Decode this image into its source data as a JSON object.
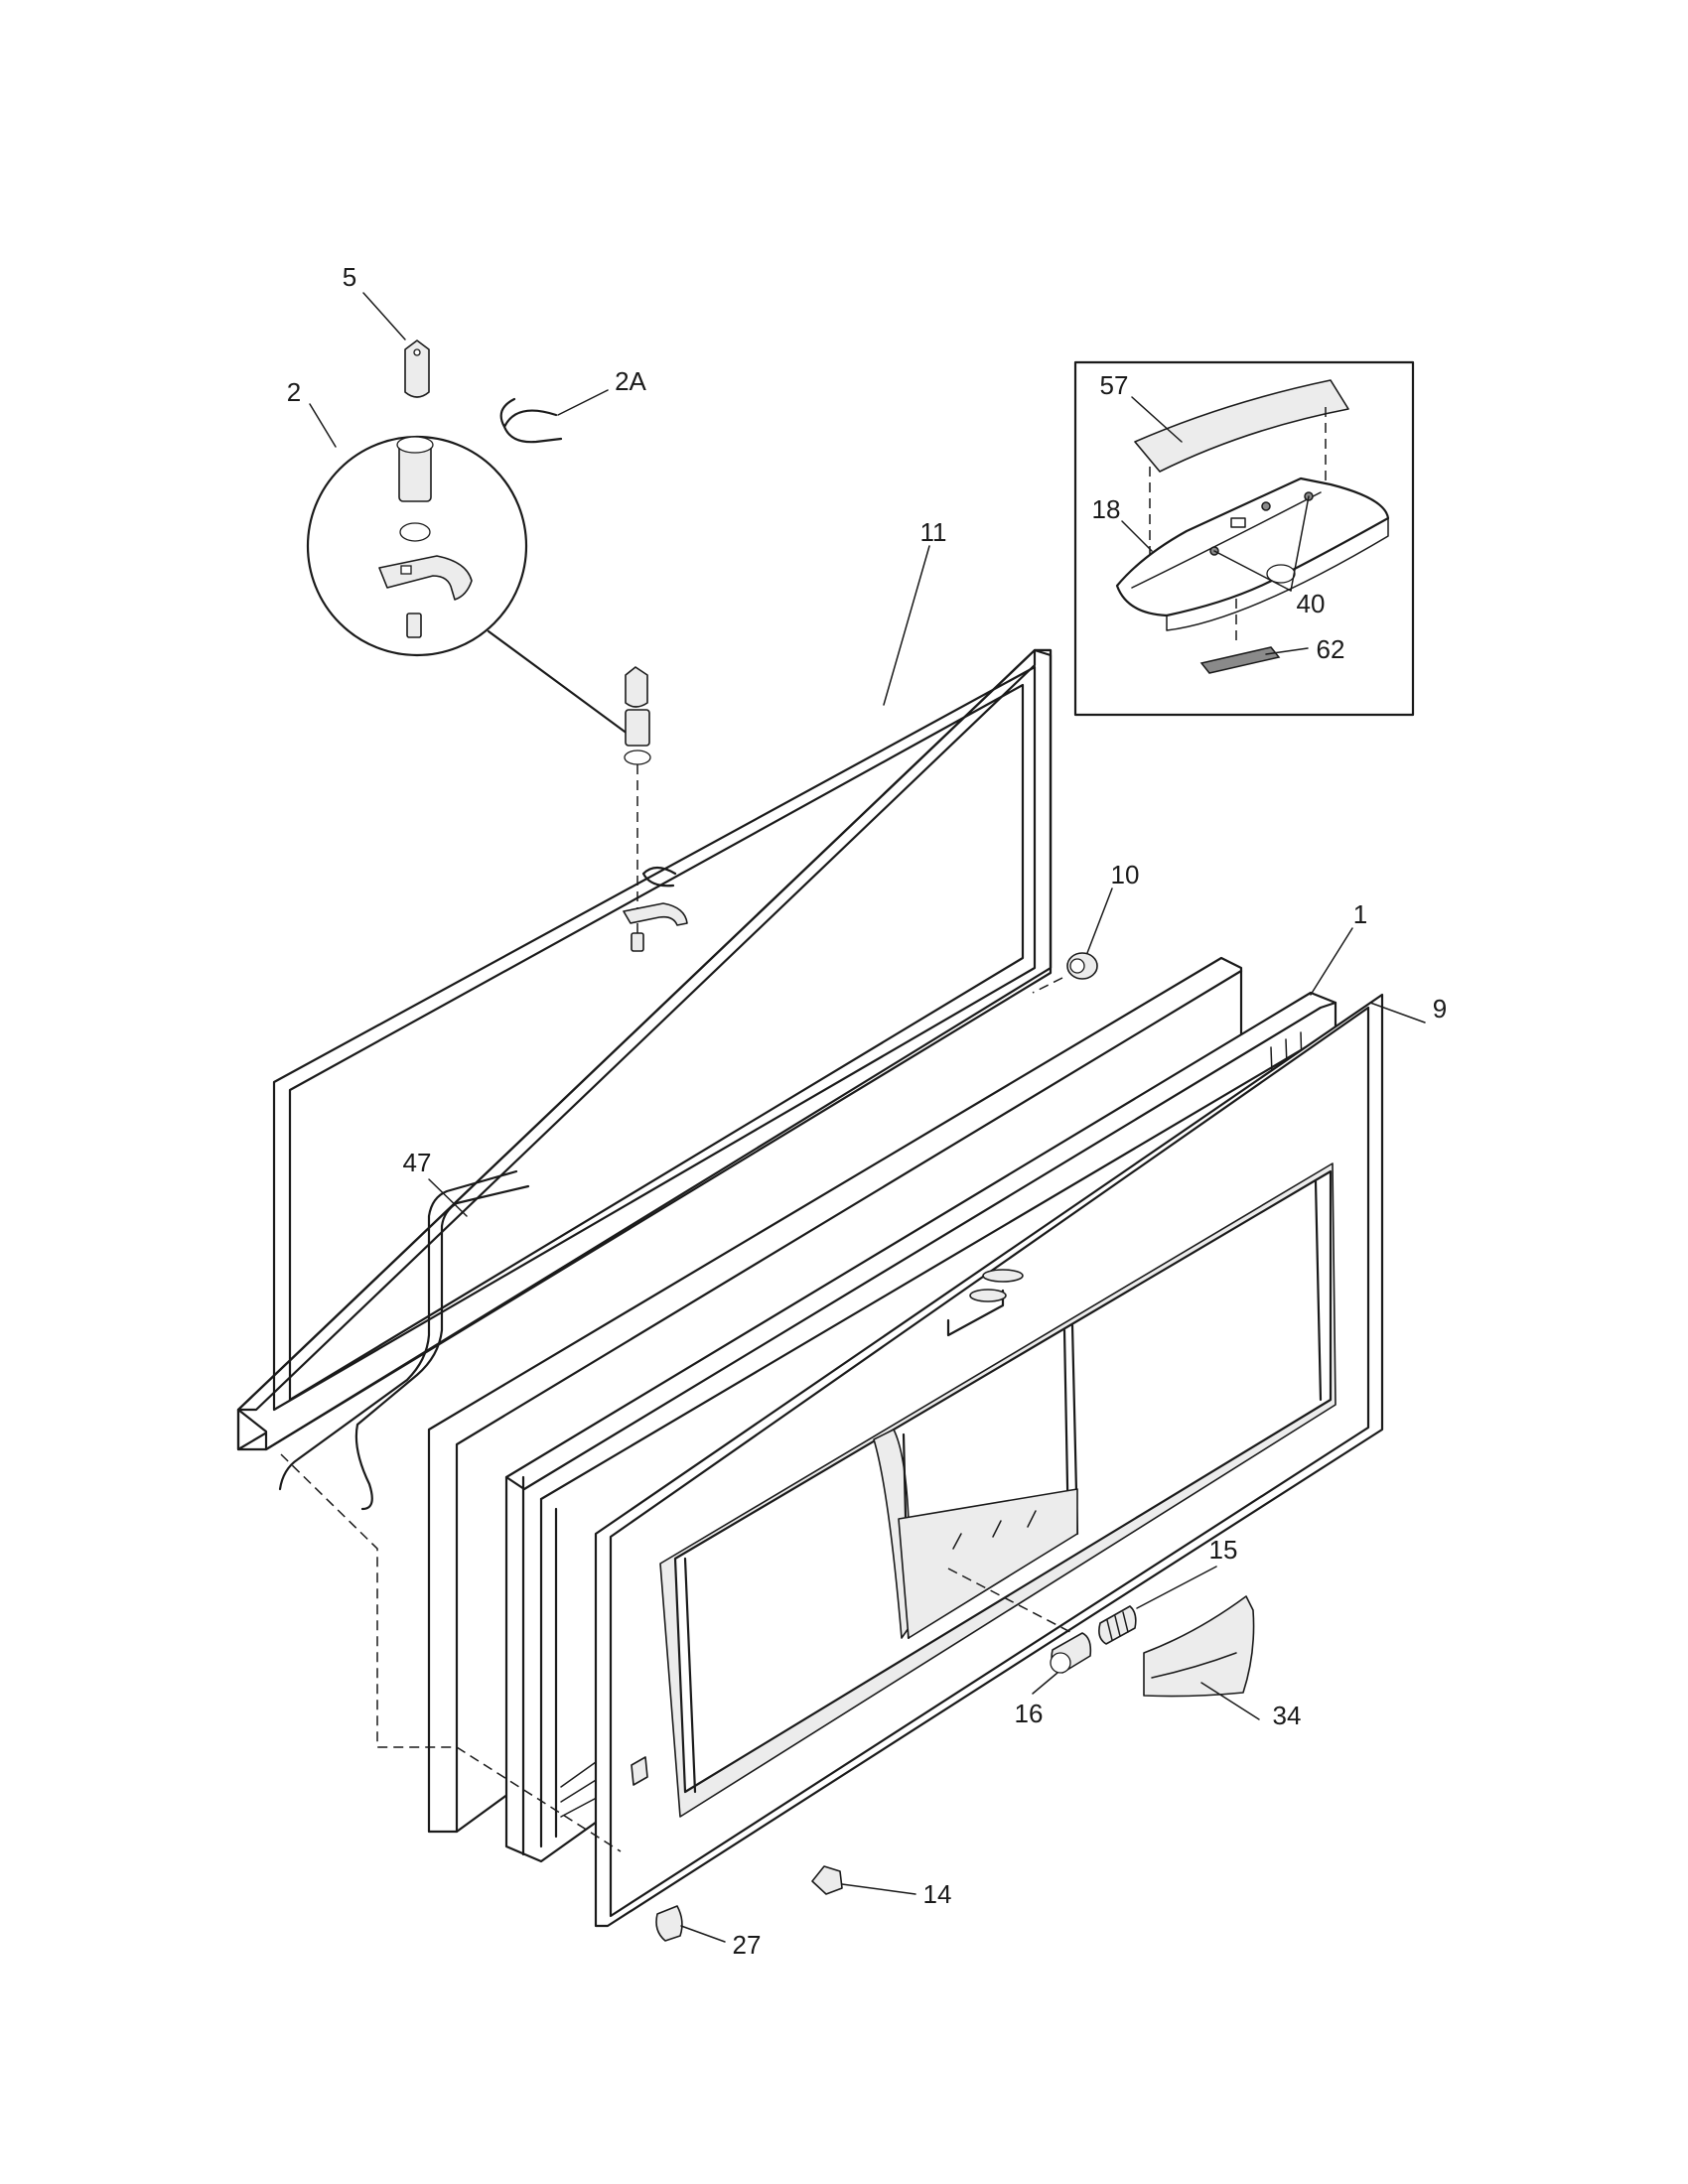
{
  "callouts": {
    "c5": "5",
    "c2": "2",
    "c2a": "2A",
    "c11": "11",
    "c57": "57",
    "c18": "18",
    "c40": "40",
    "c62": "62",
    "c10": "10",
    "c1": "1",
    "c9": "9",
    "c47": "47",
    "c15": "15",
    "c16": "16",
    "c34": "34",
    "c14": "14",
    "c27": "27"
  },
  "colors": {
    "line": "#1a1a1a",
    "background": "#ffffff",
    "shade": "#ececec"
  }
}
